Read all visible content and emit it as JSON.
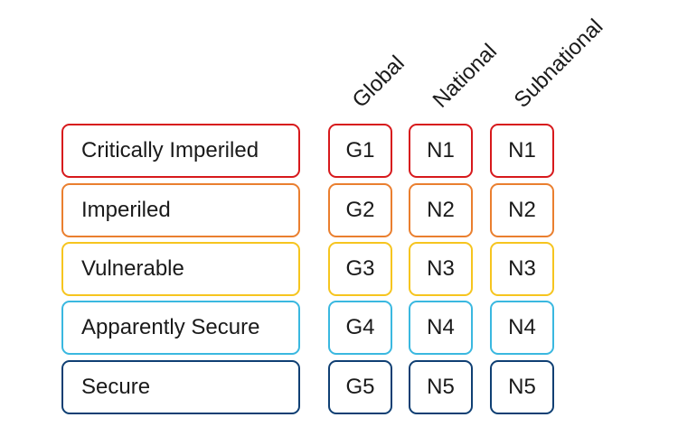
{
  "headers": {
    "global": "Global",
    "national": "National",
    "subnational": "Subnational"
  },
  "rows": [
    {
      "label": "Critically Imperiled",
      "global": "G1",
      "national": "N1",
      "subnational": "N1",
      "color": "#d7191c"
    },
    {
      "label": "Imperiled",
      "global": "G2",
      "national": "N2",
      "subnational": "N2",
      "color": "#ea7f2f"
    },
    {
      "label": "Vulnerable",
      "global": "G3",
      "national": "N3",
      "subnational": "N3",
      "color": "#f6c51f"
    },
    {
      "label": "Apparently Secure",
      "global": "G4",
      "national": "N4",
      "subnational": "N4",
      "color": "#3ab8e0"
    },
    {
      "label": "Secure",
      "global": "G5",
      "national": "N5",
      "subnational": "N5",
      "color": "#0f3f73"
    }
  ]
}
